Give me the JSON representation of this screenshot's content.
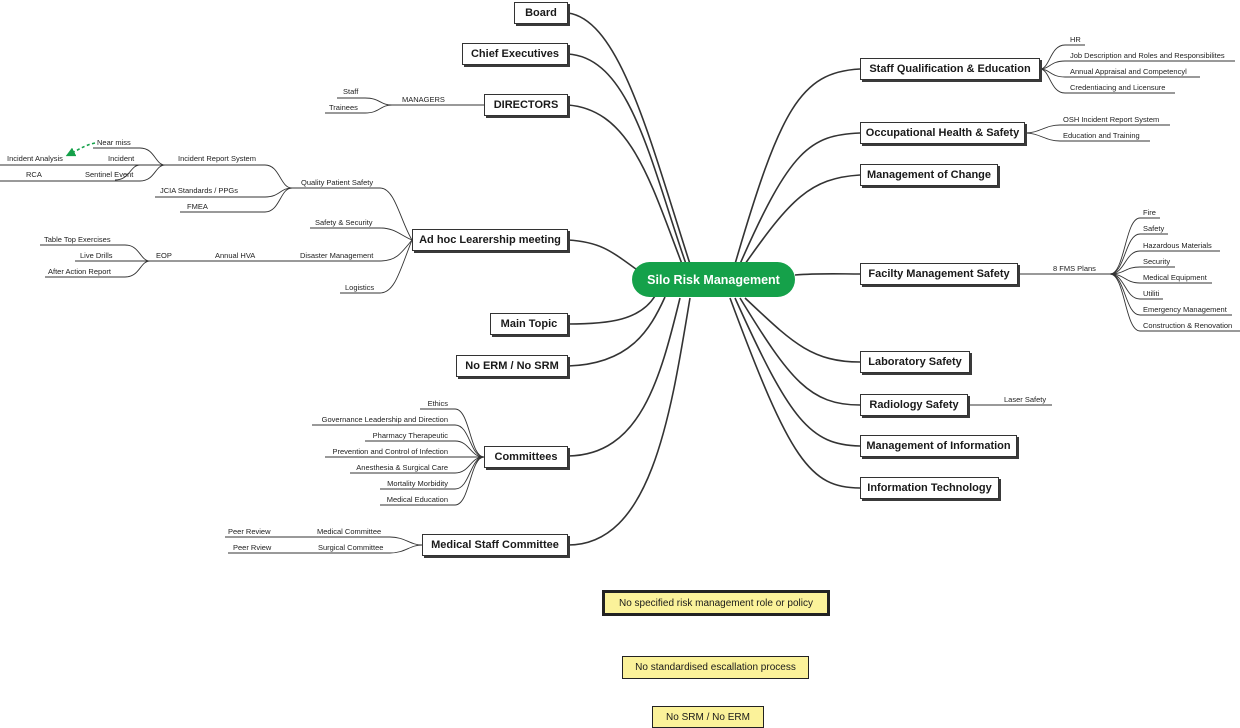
{
  "central": "Silo Risk Management",
  "left": {
    "board": "Board",
    "chief_executives": "Chief Executives",
    "directors": "DIRECTORS",
    "adhoc": "Ad hoc Learership meeting",
    "main_topic": "Main Topic",
    "no_erm_srm": "No ERM / No SRM",
    "committees": "Committees",
    "medical_staff_committee": "Medical Staff Committee"
  },
  "directors_branch": {
    "managers": "MANAGERS",
    "staff": "Staff",
    "trainees": "Trainees"
  },
  "adhoc_branch": {
    "quality_patient_safety": "Quality Patient Safety",
    "incident_report_system": "Incident Report System",
    "near_miss": "Near miss",
    "incident": "Incident",
    "incident_analysis": "Incident Analysis",
    "sentinel_event": "Sentinel Event",
    "rca": "RCA",
    "jcia": "JCIA Standards / PPGs",
    "fmea": "FMEA",
    "safety_security": "Safety & Security",
    "disaster_management": "Disaster Management",
    "annual_hva": "Annual HVA",
    "eop": "EOP",
    "table_top": "Table Top Exercises",
    "live_drills": "Live Drills",
    "after_action": "After Action Report",
    "logistics": "Logistics"
  },
  "committees_items": [
    "Ethics",
    "Governance Leadership and Direction",
    "Pharmacy Therapeutic",
    "Prevention and Control of Infection",
    "Anesthesia & Surgical Care",
    "Mortality Morbidity",
    "Medical Education"
  ],
  "msc_branch": {
    "medical_committee": "Medical Committee",
    "surgical_committee": "Surgical Committee",
    "peer_review": "Peer Review",
    "peer_rview": "Peer Rview"
  },
  "right": {
    "staff_qual": "Staff Qualification & Education",
    "occ_health": "Occupational Health & Safety",
    "mgmt_change": "Management of Change",
    "facility": "Facilty Management Safety",
    "lab": "Laboratory Safety",
    "radiology": "Radiology Safety",
    "mgmt_info": "Management of Information",
    "it": "Information Technology"
  },
  "staff_qual_items": [
    "HR",
    "Job Description and Roles and Responsibilites",
    "Annual Appraisal and Competencyl",
    "Credentiacing and Licensure"
  ],
  "occ_items": [
    "OSH Incident Report System",
    "Education and Training"
  ],
  "fms_label": "8 FMS Plans",
  "fms_items": [
    "Fire",
    "Safety",
    "Hazardous Materials",
    "Security",
    "Medical Equipment",
    "Utiliti",
    "Emergency Management",
    "Construction & Renovation"
  ],
  "radiology_items": [
    "Laser Safety"
  ],
  "notes": [
    "No  specified risk management role or policy",
    "No standardised escallation process",
    "No SRM / No ERM"
  ],
  "colors": {
    "central": "#15a14a",
    "note_fill": "#fbf29a",
    "arrow": "#15a14a"
  }
}
